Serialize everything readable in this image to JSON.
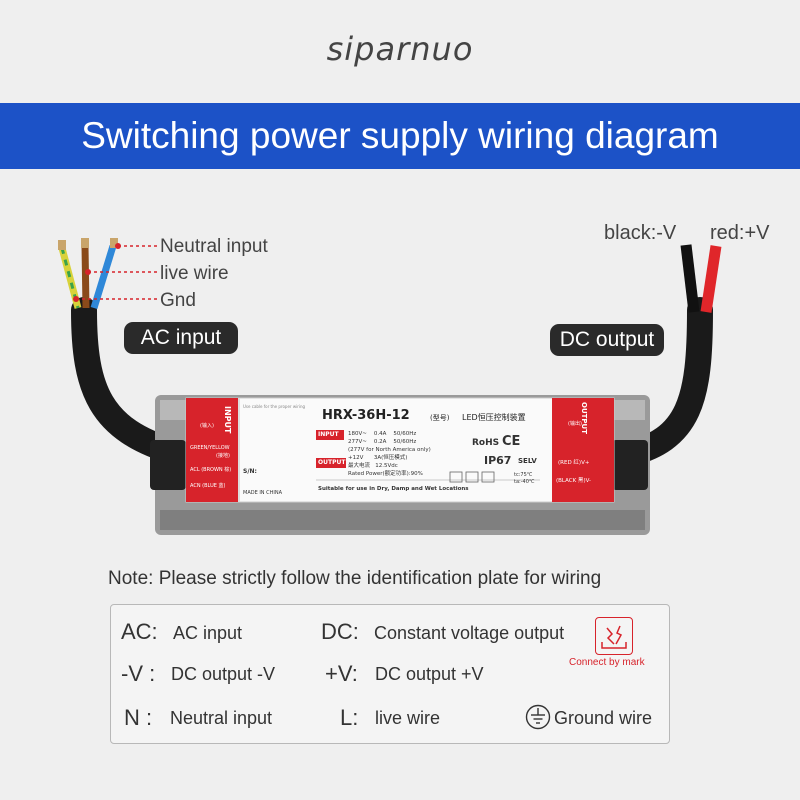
{
  "brand": "siparnuo",
  "title": "Switching power supply wiring diagram",
  "wires": {
    "neutral_label": "Neutral input",
    "live_label": "live wire",
    "gnd_label": "Gnd",
    "black_label": "black:-V",
    "red_label": "red:+V"
  },
  "ac_input_tag": "AC input",
  "dc_output_tag": "DC output",
  "device": {
    "model": "HRX-36H-12",
    "model_note": "(型号)",
    "type_cn": "LED恒压控制装置",
    "input_side": "INPUT",
    "input_side_cn": "(输入)",
    "output_side": "OUTPUT",
    "output_side_cn": "(输出)",
    "ground_wire": "GREEN/YELLOW",
    "ground_wire_cn": "(接地)",
    "acl_wire": "ACL (BROWN 棕)",
    "acn_wire": "ACN (BLUE 蓝)",
    "sn_label": "S/N:",
    "made_in": "MADE IN CHINA",
    "input_tag": "INPUT",
    "output_tag": "OUTPUT",
    "spec_lines": [
      "180V~    0.4A    50/60Hz",
      "277V~    0.2A    50/60Hz",
      "(277V for North America only)",
      "+12V      3A(恒压模式)",
      "最大电流   12.5Vdc",
      "Rated Power(额定功率):90%"
    ],
    "rohs": "RoHS",
    "ce": "CE",
    "ip": "IP67",
    "selv": "SELV",
    "tc": "tc:75℃",
    "ta": "ta:-40℃",
    "suitable": "Suitable for use in Dry, Damp and Wet Locations",
    "red_out": "(RED 红)V+",
    "black_out": "(BLACK 黑)V-",
    "warn_small": "Use cable for the proper wiring"
  },
  "note": "Note: Please strictly follow the identification plate for wiring",
  "legend": {
    "ac_key": "AC:",
    "ac_value": "AC input",
    "dc_key": "DC:",
    "dc_value": "Constant voltage output",
    "minus_key": "-V :",
    "minus_value": "DC output  -V",
    "plus_key": "+V:",
    "plus_value": "DC output +V",
    "n_key": "N :",
    "n_value": "Neutral input",
    "l_key": "L:",
    "l_value": "live wire",
    "connect_by_mark": "Connect by mark",
    "ground_value": "Ground wire"
  },
  "colors": {
    "banner": "#1c52c7",
    "red": "#d7232b",
    "wire_brown": "#8a4a1a",
    "wire_blue": "#2f88d8",
    "wire_yellow": "#d8d23a",
    "wire_green": "#3aa34a"
  }
}
